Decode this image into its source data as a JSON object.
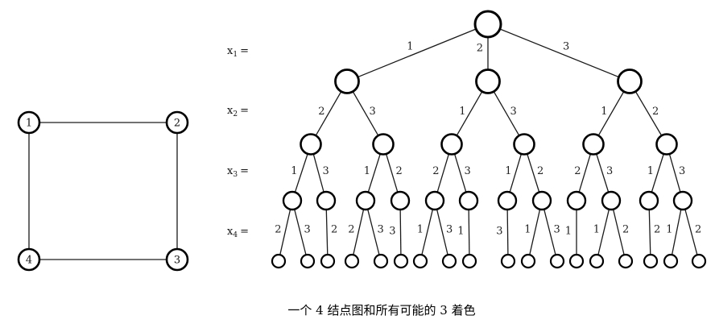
{
  "graph": {
    "vertices": [
      "1",
      "2",
      "3",
      "4"
    ],
    "edges": [
      [
        "1",
        "2"
      ],
      [
        "2",
        "3"
      ],
      [
        "3",
        "4"
      ],
      [
        "4",
        "1"
      ]
    ]
  },
  "levels": [
    {
      "var": "x",
      "index": "1",
      "suffix": "="
    },
    {
      "var": "x",
      "index": "2",
      "suffix": "="
    },
    {
      "var": "x",
      "index": "3",
      "suffix": "="
    },
    {
      "var": "x",
      "index": "4",
      "suffix": "="
    }
  ],
  "tree": {
    "children": [
      {
        "label": "1",
        "children": [
          {
            "label": "2",
            "children": [
              {
                "label": "1",
                "children": [
                  {
                    "label": "2"
                  },
                  {
                    "label": "3"
                  }
                ]
              },
              {
                "label": "3",
                "children": [
                  {
                    "label": "2"
                  }
                ]
              }
            ]
          },
          {
            "label": "3",
            "children": [
              {
                "label": "1",
                "children": [
                  {
                    "label": "2"
                  },
                  {
                    "label": "3"
                  }
                ]
              },
              {
                "label": "2",
                "children": [
                  {
                    "label": "3"
                  }
                ]
              }
            ]
          }
        ]
      },
      {
        "label": "2",
        "children": [
          {
            "label": "1",
            "children": [
              {
                "label": "2",
                "children": [
                  {
                    "label": "1"
                  },
                  {
                    "label": "3"
                  }
                ]
              },
              {
                "label": "3",
                "children": [
                  {
                    "label": "1"
                  }
                ]
              }
            ]
          },
          {
            "label": "3",
            "children": [
              {
                "label": "1",
                "children": [
                  {
                    "label": "3"
                  }
                ]
              },
              {
                "label": "2",
                "children": [
                  {
                    "label": "1"
                  },
                  {
                    "label": "3"
                  }
                ]
              }
            ]
          }
        ]
      },
      {
        "label": "3",
        "children": [
          {
            "label": "1",
            "children": [
              {
                "label": "2",
                "children": [
                  {
                    "label": "1"
                  }
                ]
              },
              {
                "label": "3",
                "children": [
                  {
                    "label": "1"
                  },
                  {
                    "label": "2"
                  }
                ]
              }
            ]
          },
          {
            "label": "2",
            "children": [
              {
                "label": "1",
                "children": [
                  {
                    "label": "2"
                  }
                ]
              },
              {
                "label": "3",
                "children": [
                  {
                    "label": "1"
                  },
                  {
                    "label": "2"
                  }
                ]
              }
            ]
          }
        ]
      }
    ]
  },
  "caption": "一个 4 结点图和所有可能的 3 着色"
}
